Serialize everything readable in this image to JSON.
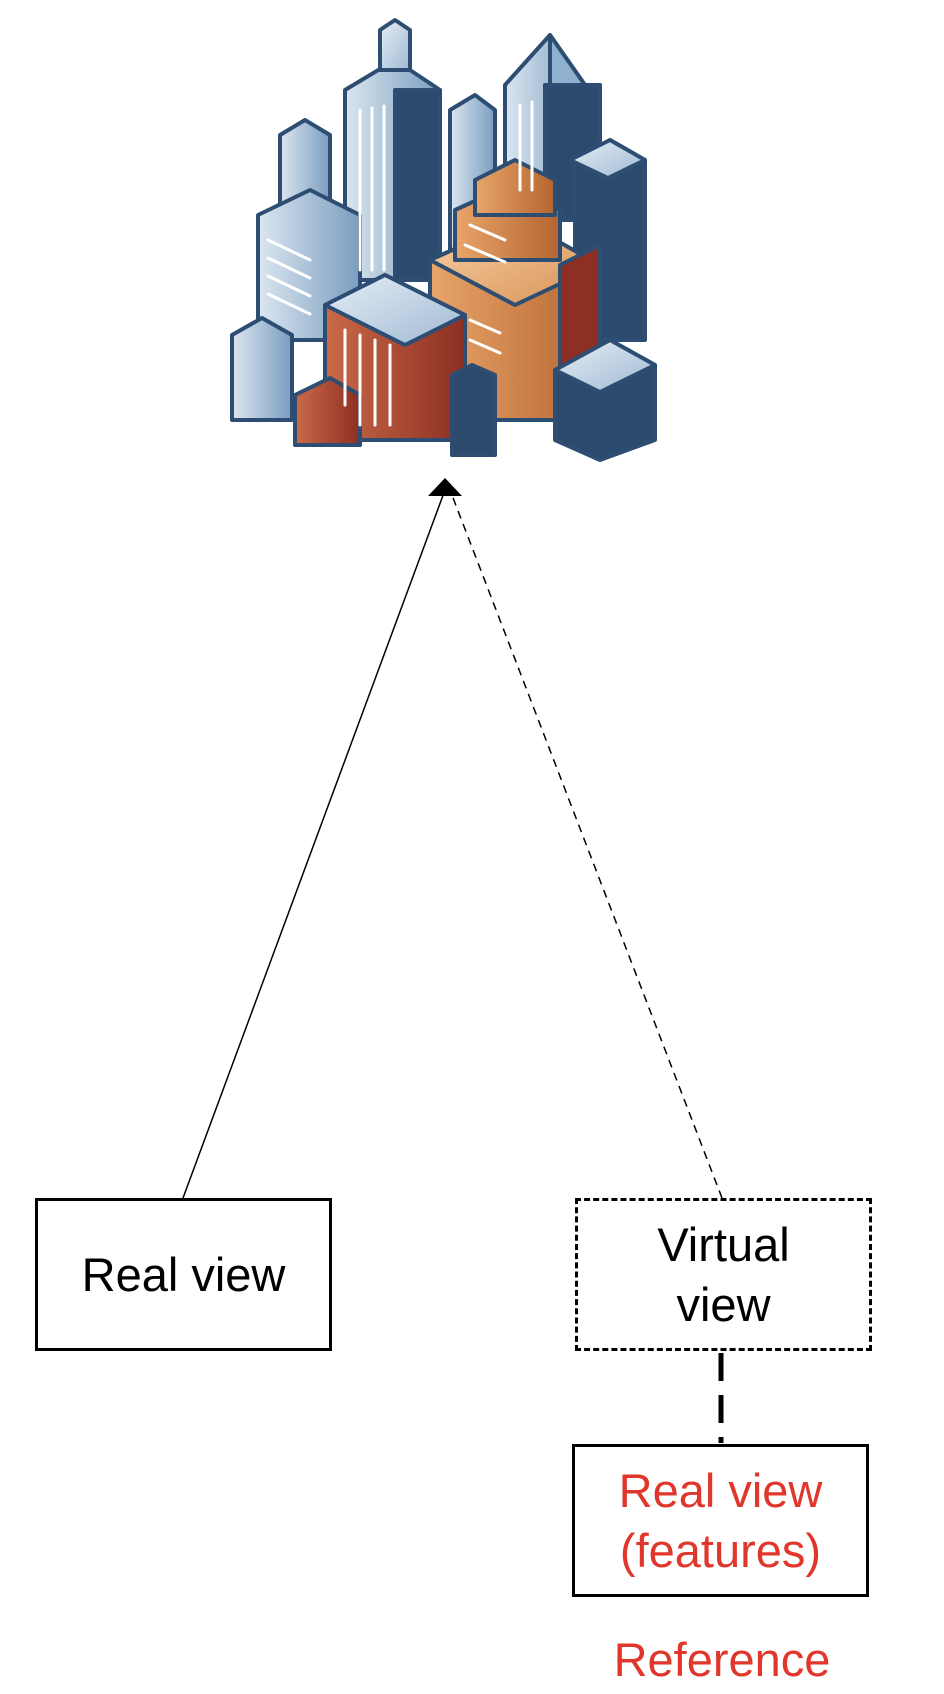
{
  "colors": {
    "accent_red": "#e0362c",
    "line": "#000000"
  },
  "scene": {
    "icon": "city-buildings-icon"
  },
  "boxes": {
    "real_view": {
      "label": "Real view"
    },
    "virtual_view": {
      "line1": "Virtual",
      "line2": "view"
    },
    "real_view_features": {
      "line1": "Real view",
      "line2": "(features)"
    }
  },
  "reference_label": "Reference"
}
